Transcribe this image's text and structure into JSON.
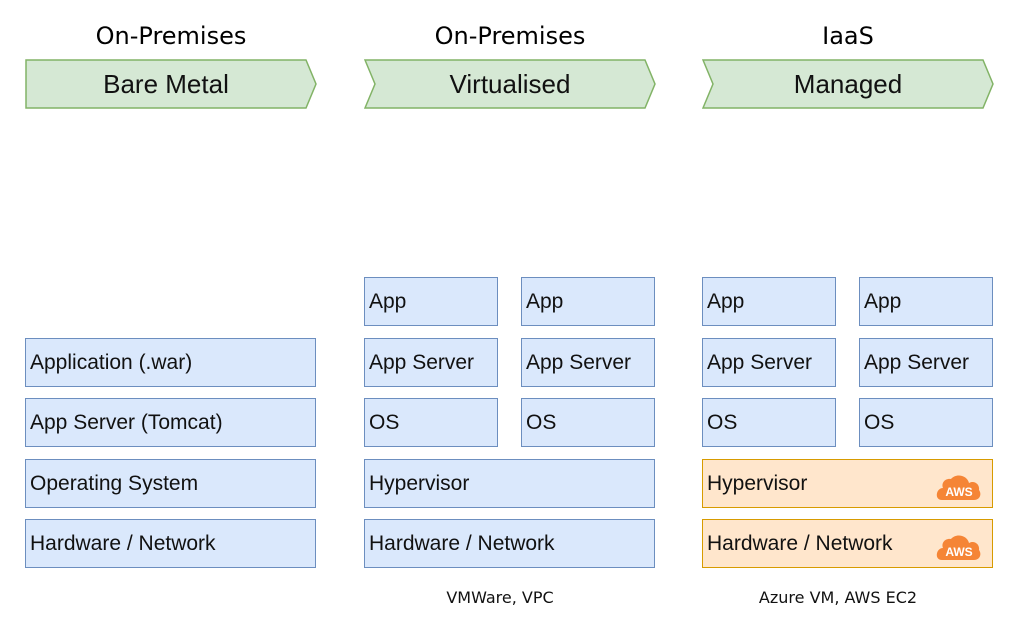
{
  "columns": [
    {
      "title": "On-Premises",
      "banner": "Bare Metal",
      "layers": [
        "Application (.war)",
        "App Server (Tomcat)",
        "Operating System",
        "Hardware / Network"
      ],
      "caption": ""
    },
    {
      "title": "On-Premises",
      "banner": "Virtualised",
      "left_stack": [
        "App",
        "App Server",
        "OS"
      ],
      "right_stack": [
        "App",
        "App Server",
        "OS"
      ],
      "shared_layers": [
        "Hypervisor",
        "Hardware / Network"
      ],
      "caption": "VMWare, VPC"
    },
    {
      "title": "IaaS",
      "banner": "Managed",
      "left_stack": [
        "App",
        "App Server",
        "OS"
      ],
      "right_stack": [
        "App",
        "App Server",
        "OS"
      ],
      "shared_layers": [
        "Hypervisor",
        "Hardware / Network"
      ],
      "caption": "Azure VM, AWS EC2",
      "badge_text": "AWS"
    }
  ],
  "colors": {
    "banner_fill": "#d5e8d4",
    "banner_stroke": "#82b366",
    "layer_fill": "#dae8fc",
    "layer_stroke": "#6c8ebf",
    "managed_fill": "#ffe6cc",
    "managed_stroke": "#d79b00",
    "aws_badge": "#f58536"
  }
}
